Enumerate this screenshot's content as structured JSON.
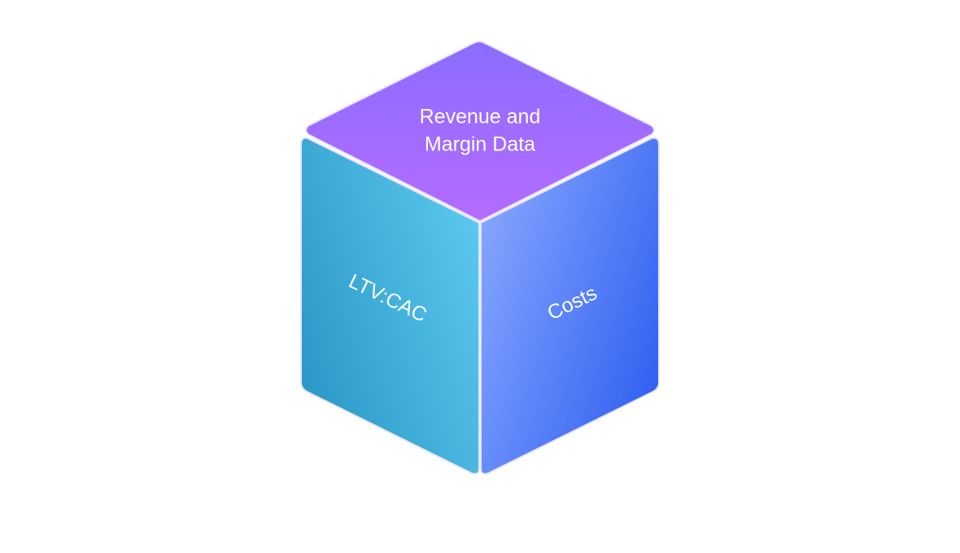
{
  "cube": {
    "top_face": {
      "label_line1": "Revenue and",
      "label_line2": "Margin Data",
      "color_from": "#8b6cff",
      "color_to": "#b46cff"
    },
    "left_face": {
      "label": "LTV:CAC",
      "color_from": "#2a96c6",
      "color_to": "#5cc9f0"
    },
    "right_face": {
      "label": "Costs",
      "color_from": "#86a6ff",
      "color_to": "#2f5ff0"
    },
    "edge_color": "#e6e4f5"
  }
}
